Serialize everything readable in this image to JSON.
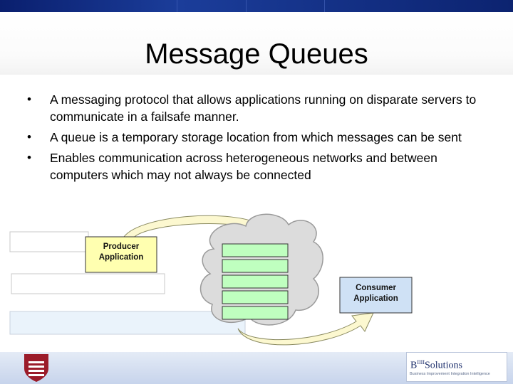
{
  "slide": {
    "title": "Message Queues",
    "bullets": [
      {
        "marker": "•",
        "text": "A messaging protocol that allows applications running on disparate servers to communicate in a failsafe manner."
      },
      {
        "marker": "•",
        "text": "A queue is a temporary storage location from which messages can be sent"
      },
      {
        "marker": "•",
        "text": "Enables communication across heterogeneous networks and between computers which may not always be connected"
      }
    ]
  },
  "diagram": {
    "producer_label": "Producer Application",
    "consumer_label": "Consumer Application",
    "queue_slot_count": 5,
    "colors": {
      "producer_fill": "#ffffb0",
      "consumer_fill": "#cfe1f5",
      "queue_slot_fill": "#bfffbf",
      "cloud_fill": "#dcdcdc",
      "arrow_fill": "#fcf8d0"
    }
  },
  "footer": {
    "brand_prefix": "B",
    "brand_super": "IIII",
    "brand_suffix": "Solutions",
    "brand_tagline": "Business Improvement Integration Intelligence",
    "logo_color": "#9b1c2a"
  }
}
